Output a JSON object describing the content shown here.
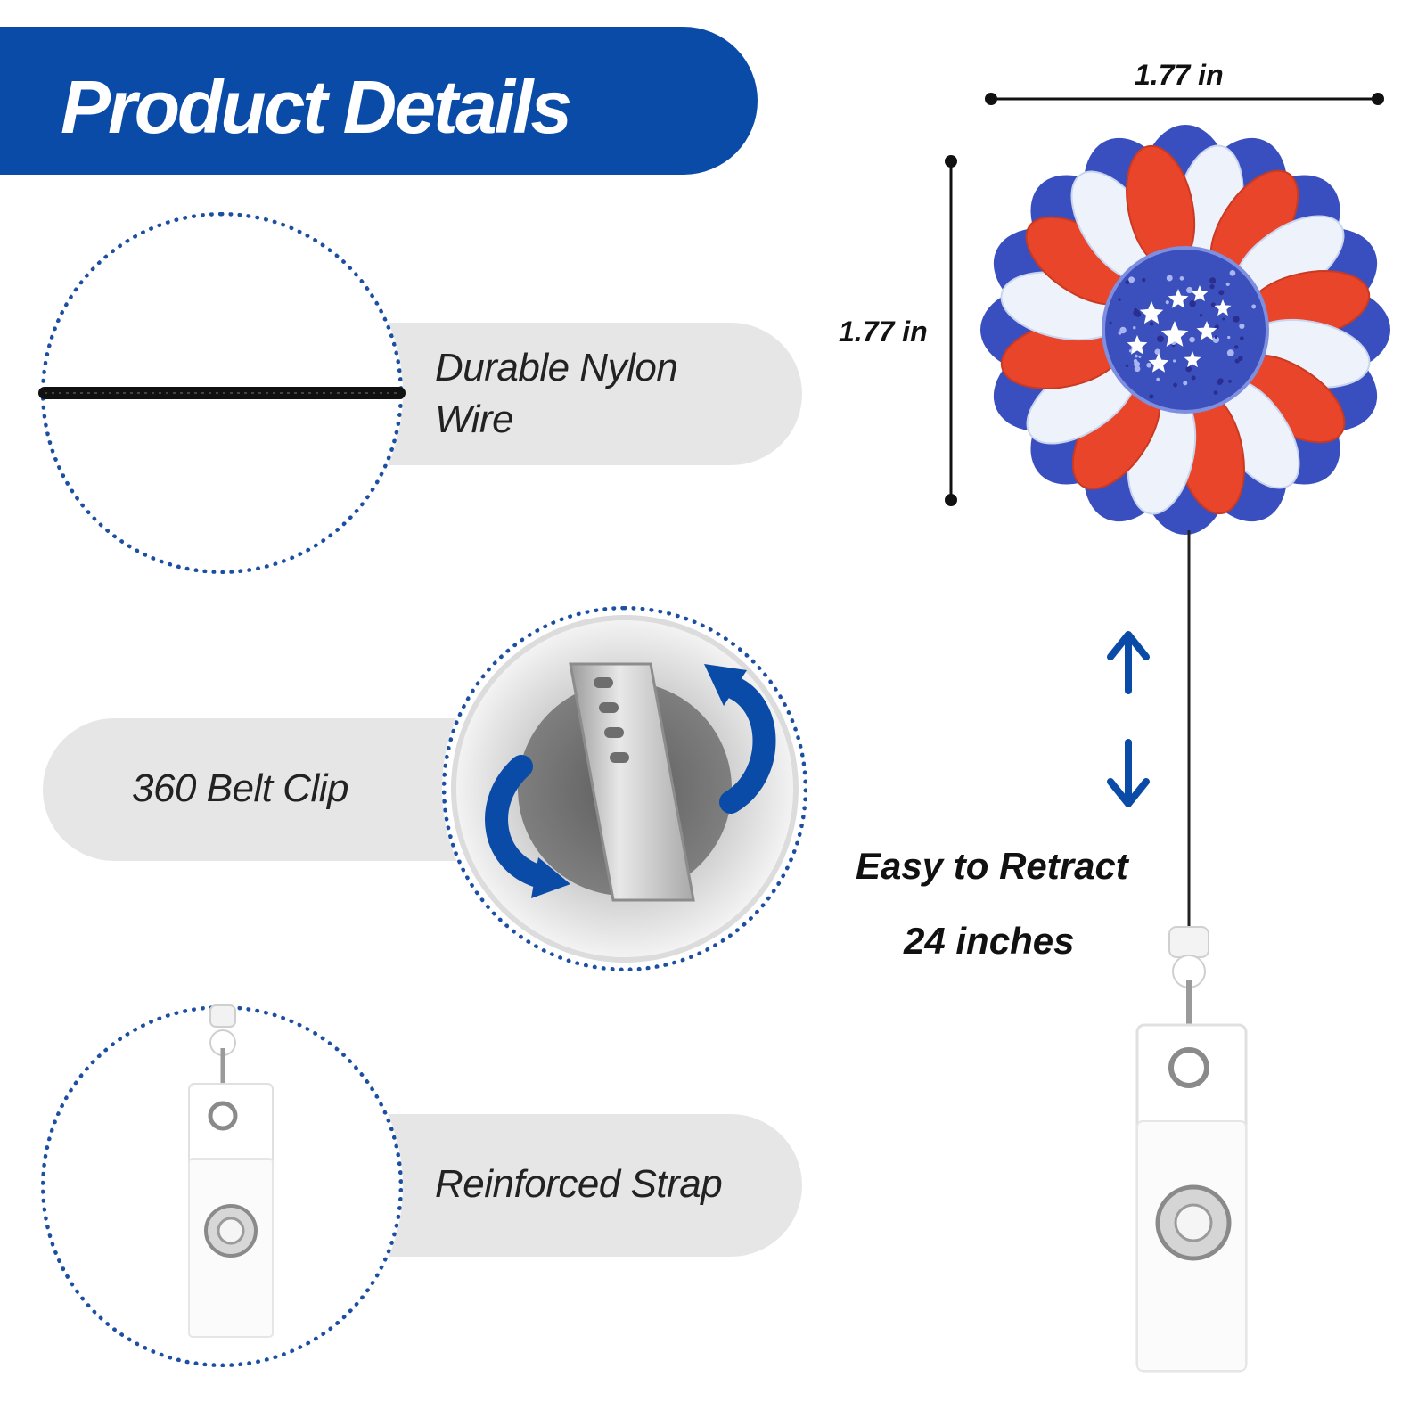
{
  "header": {
    "title": "Product Details"
  },
  "features": [
    {
      "label_line1": "Durable Nylon",
      "label_line2": "Wire"
    },
    {
      "label": "360 Belt Clip"
    },
    {
      "label": "Reinforced Strap"
    }
  ],
  "dimensions": {
    "width_label": "1.77 in",
    "height_label": "1.77 in"
  },
  "retract": {
    "line1": "Easy to Retract",
    "line2": "24 inches"
  },
  "colors": {
    "brand_blue": "#0b4ba8",
    "pill_gray": "#e6e6e6",
    "petal_red": "#e8452a",
    "petal_white": "#eef3fb"
  }
}
